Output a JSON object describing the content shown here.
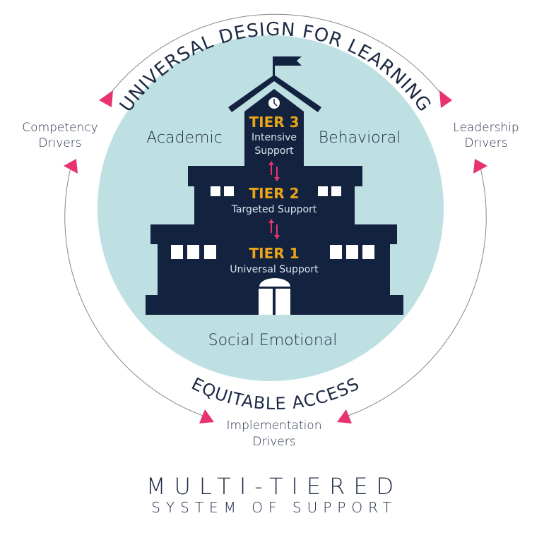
{
  "colors": {
    "navy": "#13233f",
    "circle": "#bfe0e3",
    "gold": "#e9a418",
    "pink": "#e8336f",
    "arc": "#888888"
  },
  "arc_top": "UNIVERSAL DESIGN FOR LEARNING",
  "arc_bottom": "EQUITABLE ACCESS",
  "drivers": {
    "left": [
      "Competency",
      "Drivers"
    ],
    "right": [
      "Leadership",
      "Drivers"
    ],
    "bottom": [
      "Implementation",
      "Drivers"
    ]
  },
  "domains": {
    "left": "Academic",
    "right": "Behavioral",
    "bottom": "Social Emotional"
  },
  "tiers": [
    {
      "title": "TIER 3",
      "lines": [
        "Intensive",
        "Support"
      ]
    },
    {
      "title": "TIER 2",
      "lines": [
        "Targeted Support"
      ]
    },
    {
      "title": "TIER 1",
      "lines": [
        "Universal Support"
      ]
    }
  ],
  "title": {
    "line1": "MULTI-TIERED",
    "line2": "SYSTEM OF SUPPORT"
  }
}
